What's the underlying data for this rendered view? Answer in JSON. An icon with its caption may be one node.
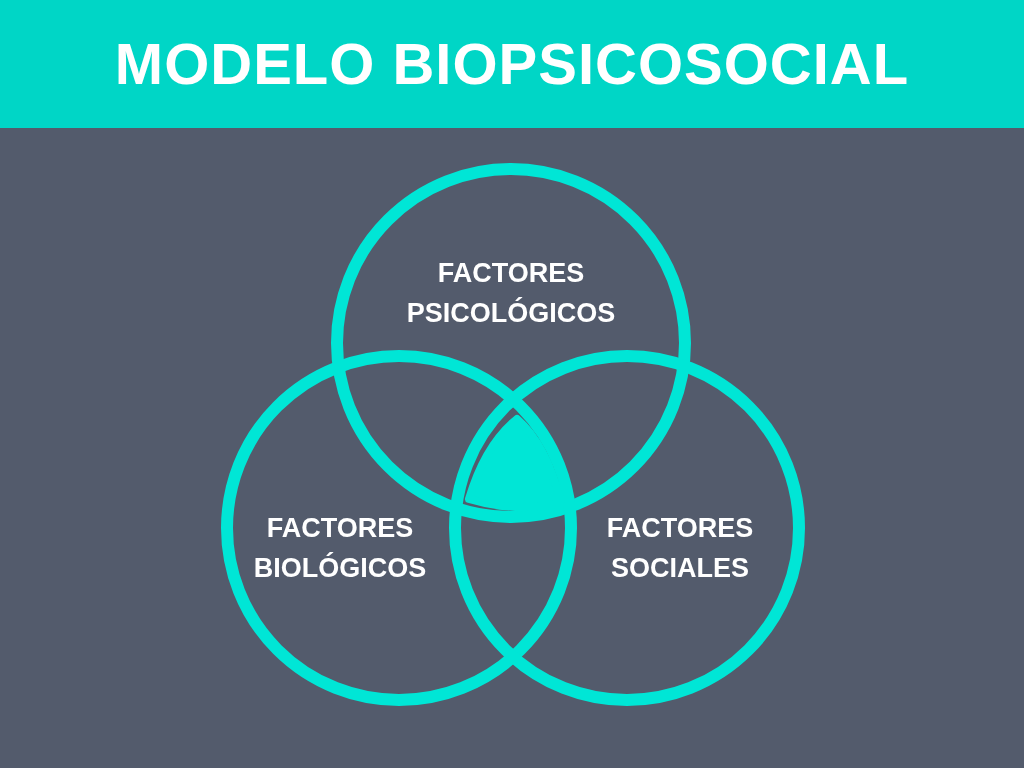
{
  "diagram": {
    "title": "MODELO BIOPSICOSOCIAL",
    "nodes": [
      {
        "text": [
          "FACTORES PSICOLÓGICOS"
        ]
      },
      {
        "text": [
          "FACTORES BIOLÓGICOS"
        ]
      },
      {
        "text": [
          "FACTORES SOCIALES"
        ]
      },
      {
        "text": [],
        "shape": "triangle"
      }
    ]
  }
}
